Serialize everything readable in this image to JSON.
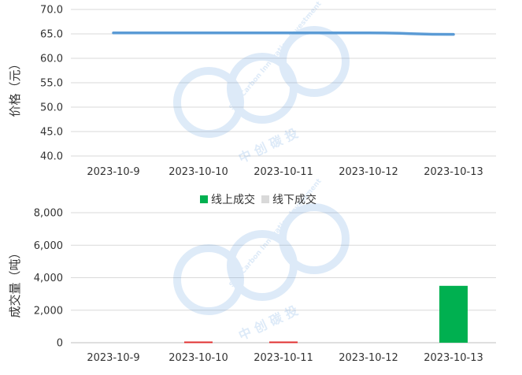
{
  "chart_data": [
    {
      "type": "line",
      "ylabel": "价格（元）",
      "categories": [
        "2023-10-9",
        "2023-10-10",
        "2023-10-11",
        "2023-10-12",
        "2023-10-13"
      ],
      "series": [
        {
          "values": [
            65.2,
            65.2,
            65.2,
            65.2,
            64.9
          ]
        }
      ],
      "ylim": [
        40,
        70
      ],
      "yticks": [
        "40.0",
        "45.0",
        "50.0",
        "55.0",
        "60.0",
        "65.0",
        "70.0"
      ],
      "grid": true,
      "line_color": "#5b9bd5"
    },
    {
      "type": "bar",
      "ylabel": "成交量（吨）",
      "categories": [
        "2023-10-9",
        "2023-10-10",
        "2023-10-11",
        "2023-10-12",
        "2023-10-13"
      ],
      "series": [
        {
          "name": "线上成交",
          "color": "#00b050",
          "values": [
            0,
            0,
            0,
            0,
            3500
          ]
        },
        {
          "name": "线下成交",
          "color": "#d9d9d9",
          "values": [
            0,
            0,
            0,
            0,
            0
          ]
        }
      ],
      "ylim": [
        0,
        8000
      ],
      "yticks": [
        "0",
        "2,000",
        "4,000",
        "6,000",
        "8,000"
      ],
      "grid": true,
      "legend_position": "top-center",
      "marker_color": "#e03030",
      "markers": [
        "2023-10-10",
        "2023-10-11"
      ]
    }
  ],
  "watermark": {
    "text_arc": "SinoCarbon Innovation Investment",
    "text_cn": "中 创 碳 投",
    "color": "#4a90d9"
  }
}
